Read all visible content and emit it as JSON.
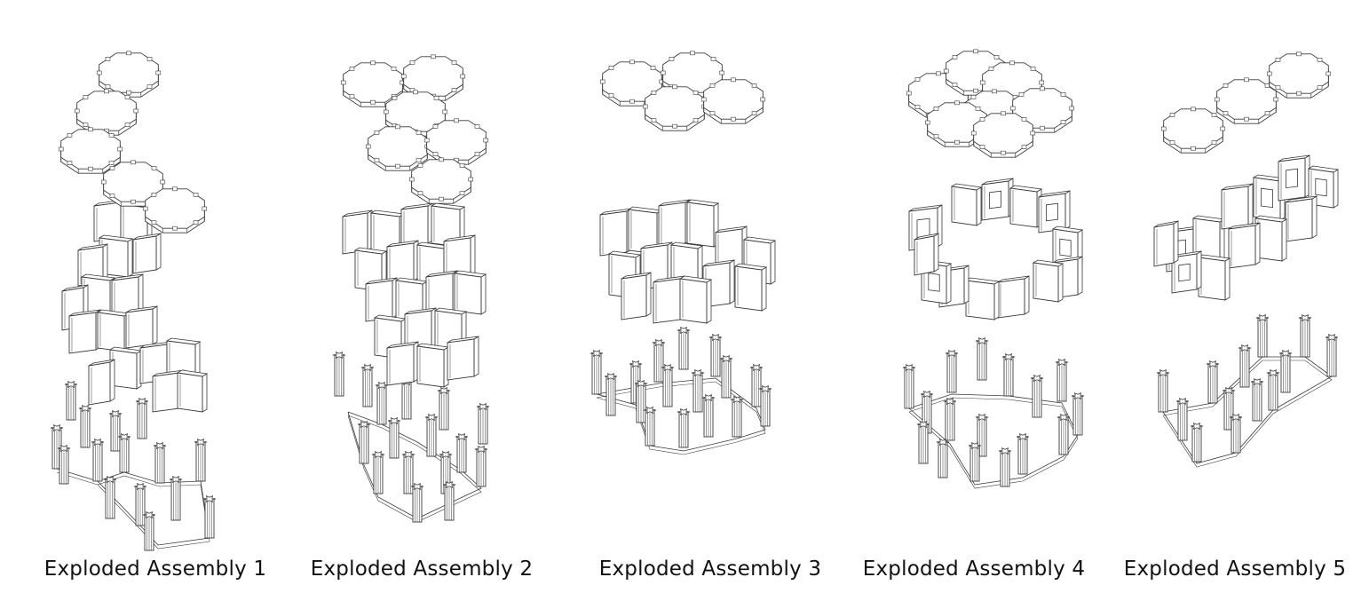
{
  "figure": {
    "panels": [
      {
        "caption": "Exploded Assembly 1"
      },
      {
        "caption": "Exploded Assembly 2"
      },
      {
        "caption": "Exploded Assembly 3"
      },
      {
        "caption": "Exploded Assembly 4"
      },
      {
        "caption": "Exploded Assembly 5"
      }
    ],
    "line_color": "#3a3a3a"
  }
}
